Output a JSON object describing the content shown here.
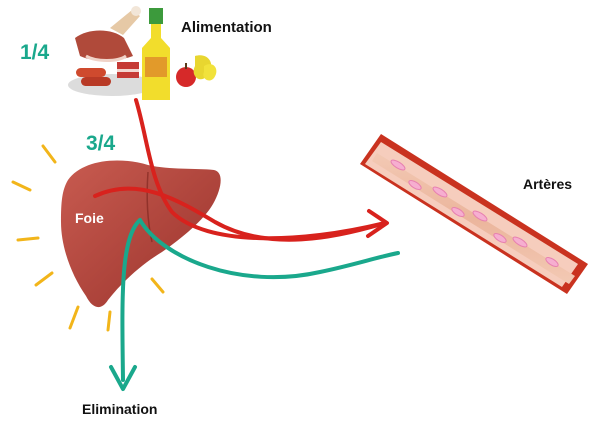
{
  "labels": {
    "food": "Alimentation",
    "food_fraction": "1/4",
    "liver_fraction": "3/4",
    "liver": "Foie",
    "arteries": "Artères",
    "elimination": "Elimination"
  },
  "colors": {
    "fraction_text": "#1aa88c",
    "food_flow": "#d8221d",
    "liver_to_artery_flow": "#d8221d",
    "elimination_flow": "#1aa88c",
    "liver_fill": "#b3433b",
    "liver_rays": "#f2b51a",
    "artery_wall": "#c9321f"
  },
  "icons": {
    "food": "food-icon",
    "liver": "liver-icon",
    "artery": "artery-icon"
  }
}
